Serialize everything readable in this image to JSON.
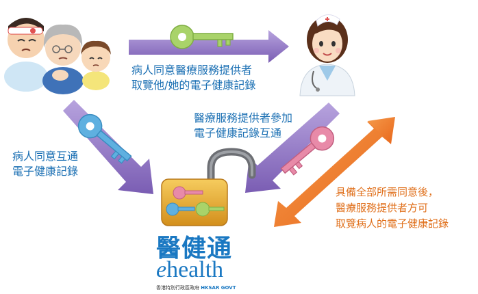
{
  "labels": {
    "top_consent": [
      "病人同意醫療服務提供者",
      "取覽他/她的電子健康記錄"
    ],
    "left_consent": [
      "病人同意互通",
      "電子健康記錄"
    ],
    "provider_join": [
      "醫療服務提供者參加",
      "電子健康記錄互通"
    ],
    "access": [
      "具備全部所需同意後，",
      "醫療服務提供者方可",
      "取覽病人的電子健康記錄"
    ]
  },
  "logo": {
    "chinese": "醫健通",
    "english_e": "e",
    "english_rest": "health",
    "gov_chinese": "香港特別行政區政府",
    "gov_english": "HKSAR GOVT"
  },
  "colors": {
    "purple_arrow": "#8a6fc0",
    "orange_arrow": "#f07a24",
    "green_key": "#a9d36a",
    "blue_key": "#5fb0e0",
    "pink_key": "#e88aa8",
    "lock_gold": "#e0a830",
    "text_blue": "#1a6fb3",
    "text_orange": "#e0701c"
  },
  "icons": [
    "family-patients-icon",
    "doctor-icon",
    "green-key-icon",
    "blue-key-icon",
    "pink-key-icon",
    "padlock-icon"
  ]
}
